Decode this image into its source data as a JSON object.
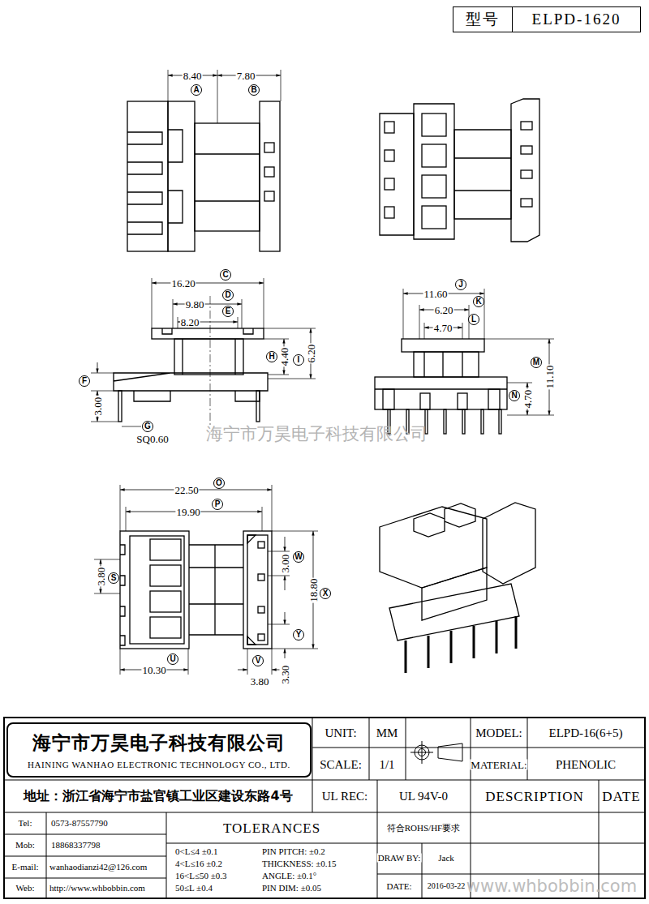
{
  "diagram": {
    "nodes": [
      {
        "text": [
          "型号",
          "ELPD-1620"
        ]
      },
      {
        "text": [
          "海宁市万昊电子科技有限公司",
          "HAINING WANHAO ELECTRONIC TECHNOLOGY CO., LTD."
        ]
      }
    ],
    "labels": [
      "8.40",
      "A",
      "7.80",
      "B",
      "16.20",
      "C",
      "9.80",
      "D",
      "8.20",
      "E",
      "4.40",
      "H",
      "6.20",
      "I",
      "F",
      "3.00",
      "G",
      "SQ0.60",
      "11.60",
      "J",
      "6.20",
      "K",
      "4.70",
      "L",
      "M",
      "11.10",
      "N",
      "4.70",
      "海宁市万昊电子科技有限公司",
      "22.50",
      "O",
      "19.90",
      "P",
      "3.80",
      "S",
      "3.00",
      "W",
      "18.80",
      "X",
      "Y",
      "3.30",
      "10.30",
      "U",
      "V",
      "3.80",
      "地址：浙江省海宁市盐官镇工业区建设东路4号",
      "UNIT:",
      "MM",
      "SCALE:",
      "1/1",
      "UL REC:",
      "UL 94V-0",
      "MODEL:",
      "ELPD-16(6+5)",
      "MATERIAL:",
      "PHENOLIC",
      "DESCRIPTION",
      "DATE",
      "Tel:",
      "0573-87557790",
      "Mob:",
      "18868337798",
      "E-mail:",
      "wanhaodianzi42@126.com",
      "Web:",
      "http://www.whbobbin.com",
      "TOLERANCES",
      "0<L≤4 ±0.1",
      "4<L≤16 ±0.2",
      "16<L≤50 ±0.3",
      "50≤L ±0.4",
      "PIN PITCH: ±0.2",
      "THICKNESS: ±0.15",
      "ANGLE: ±0.1°",
      "PIN DIM: ±0.05",
      "符合ROHS/HF要求",
      "DRAW BY:",
      "Jack",
      "DATE:",
      "2016-03-22",
      "www.whbobbin.com"
    ]
  }
}
